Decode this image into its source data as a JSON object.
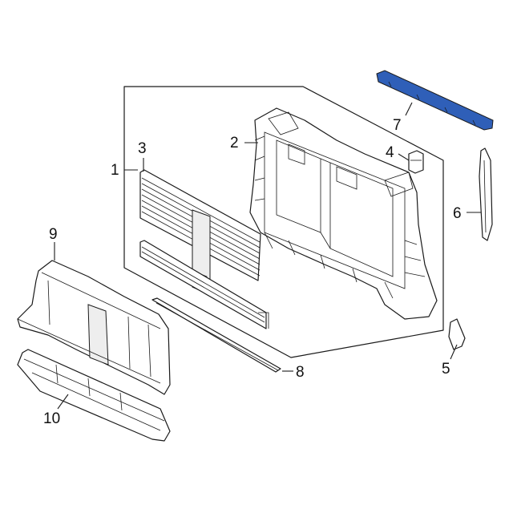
{
  "highlight_color": "#2f5fb8",
  "callouts": {
    "c1": "1",
    "c2": "2",
    "c3": "3",
    "c4": "4",
    "c5": "5",
    "c6": "6",
    "c7": "7",
    "c8": "8",
    "c9": "9",
    "c10": "10"
  }
}
